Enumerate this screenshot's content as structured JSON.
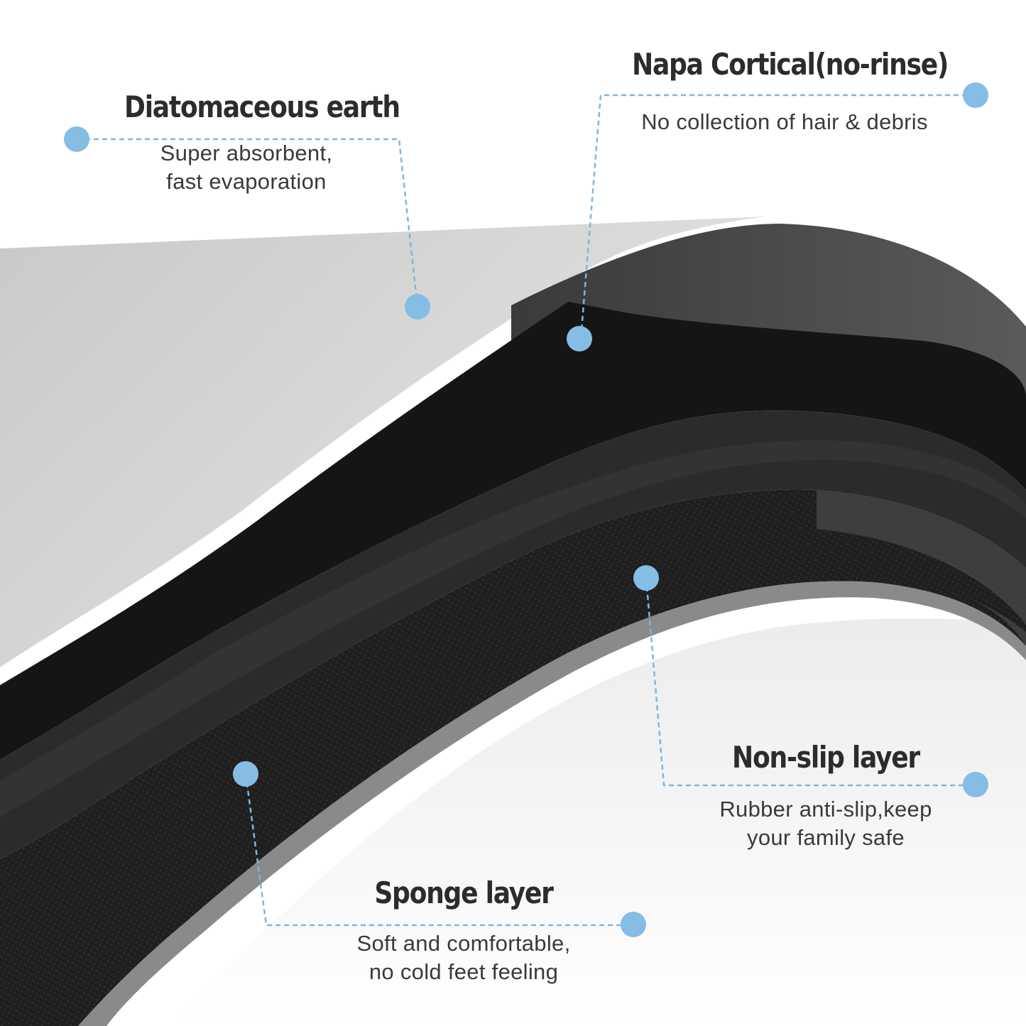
{
  "layers": [
    {
      "id": "diatomaceous",
      "title": "Diatomaceous earth",
      "desc_lines": [
        "Super absorbent,",
        "fast evaporation"
      ]
    },
    {
      "id": "napa",
      "title": "Napa Cortical(no-rinse)",
      "desc_lines": [
        "No collection of hair & debris"
      ]
    },
    {
      "id": "nonslip",
      "title": "Non-slip layer",
      "desc_lines": [
        "Rubber anti-slip,keep",
        "your family safe"
      ]
    },
    {
      "id": "sponge",
      "title": "Sponge layer",
      "desc_lines": [
        "Soft and comfortable,",
        "no cold feet feeling"
      ]
    }
  ],
  "colors": {
    "accent_dot": "#85bde4",
    "leader_line": "#7fb6de",
    "diatomaceous_surface": "#d3d3d1",
    "napa_layer": "#161616",
    "sponge_layer": "#2a2a2a",
    "nonslip_layer": "#1d1d1d",
    "text": "#2f2f2f"
  }
}
